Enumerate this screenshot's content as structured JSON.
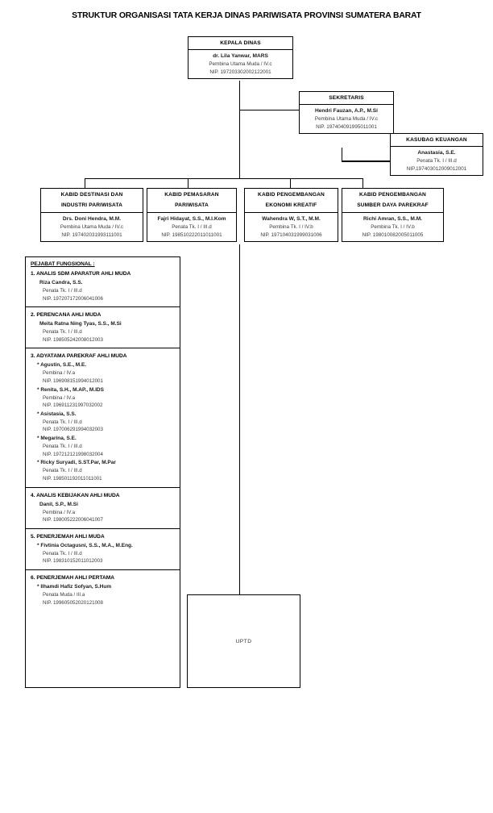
{
  "title": "STRUKTUR ORGANISASI TATA KERJA DINAS PARIWISATA PROVINSI SUMATERA BARAT",
  "nodes": {
    "kepala_dinas": {
      "header": "KEPALA DINAS",
      "name": "dr. Lila Yanwar, MARS",
      "rank": "Pembina Utama Muda / IV.c",
      "nip": "NIP. 197203302002122001"
    },
    "sekretaris": {
      "header": "SEKRETARIS",
      "name": "Hendri Fauzan, A.P., M.Si",
      "rank": "Pembina Utama Muda / IV.c",
      "nip": "NIP. 197404091995011001"
    },
    "kasubag_keuangan": {
      "header": "KASUBAG KEUANGAN",
      "name": "Anastasia, S.E.",
      "rank": "Penata Tk. I / III.d",
      "nip": "NIP.197403012009012001"
    },
    "kabid_destinasi": {
      "header_line1": "KABID DESTINASI DAN",
      "header_line2": "INDUSTRI PARIWISATA",
      "name": "Drs. Doni Hendra, M.M.",
      "rank": "Pembina Utama Muda / IV.c",
      "nip": "NIP. 197402031993111001"
    },
    "kabid_pemasaran": {
      "header_line1": "KABID PEMASARAN",
      "header_line2": "PARIWISATA",
      "name": "Fajri Hidayat, S.S., M.I.Kom",
      "rank": "Penata Tk. I / III.d",
      "nip": "NIP. 198510222011011001"
    },
    "kabid_ekraf": {
      "header_line1": "KABID PENGEMBANGAN",
      "header_line2": "EKONOMI KREATIF",
      "name": "Wahendra W, S.T., M.M.",
      "rank": "Pembina Tk. I / IV.b",
      "nip": "NIP. 197104031999031006"
    },
    "kabid_sdm_parekraf": {
      "header_line1": "KABID PENGEMBANGAN",
      "header_line2": "SUMBER DAYA PAREKRAF",
      "name": "Richi Amran, S.S., M.M.",
      "rank": "Pembina Tk. I / IV.b",
      "nip": "NIP. 198010082005011005"
    },
    "uptd": {
      "label": "UPTD"
    }
  },
  "functional": {
    "panel_title": "PEJABAT FUNGSIONAL :",
    "groups": [
      {
        "title": "1. ANALIS SDM APARATUR AHLI MUDA",
        "people": [
          {
            "star": "",
            "name": "Riza Candra, S.S.",
            "rank": "Penata Tk. I / III.d",
            "nip": "NIP. 197207172006041006"
          }
        ]
      },
      {
        "title": "2. PERENCANA AHLI MUDA",
        "people": [
          {
            "star": "",
            "name": "Meita Ratna Ning Tyas, S.S., M.Si",
            "rank": "Penata Tk. I / III.d",
            "nip": "NIP. 198505242008012003"
          }
        ]
      },
      {
        "title": "3. ADYATAMA PAREKRAF AHLI MUDA",
        "people": [
          {
            "star": "*",
            "name": "Agustin, S.E., M.E.",
            "rank": "Pembina / IV.a",
            "nip": "NIP. 196908151994012001"
          },
          {
            "star": "*",
            "name": "Renita, S.H., M.AP., M.IDS",
            "rank": "Pembina / IV.a",
            "nip": "NIP. 196911231997032002"
          },
          {
            "star": "*",
            "name": "Asistasia, S.S.",
            "rank": "Penata Tk. I / III.d",
            "nip": "NIP. 197006291994032003"
          },
          {
            "star": "*",
            "name": "Megarina, S.E.",
            "rank": "Penata Tk. I / III.d",
            "nip": "NIP. 197212121998032004"
          },
          {
            "star": "*",
            "name": "Ricky Suryadi, S.ST.Par, M.Par",
            "rank": "Penata Tk. I / III.d",
            "nip": "NIP. 198501192011011001"
          }
        ]
      },
      {
        "title": "4. ANALIS KEBIJAKAN AHLI MUDA",
        "people": [
          {
            "star": "",
            "name": "Danil, S.P., M.Si",
            "rank": "Pembina / IV.a",
            "nip": "NIP. 198005222006041007"
          }
        ]
      },
      {
        "title": "5. PENERJEMAH AHLI MUDA",
        "people": [
          {
            "star": "*",
            "name": "Fivtinia Octagusni, S.S., M.A., M.Eng.",
            "rank": "Penata Tk. I / III.d",
            "nip": "NIP. 198310152011012003"
          }
        ]
      },
      {
        "title": "6. PENERJEMAH AHLI PERTAMA",
        "people": [
          {
            "star": "*",
            "name": "Ilhamdi Hafiz Sofyan, S.Hum",
            "rank": "Penata Muda / III.a",
            "nip": "NIP. 199605052020121008"
          }
        ]
      }
    ]
  }
}
